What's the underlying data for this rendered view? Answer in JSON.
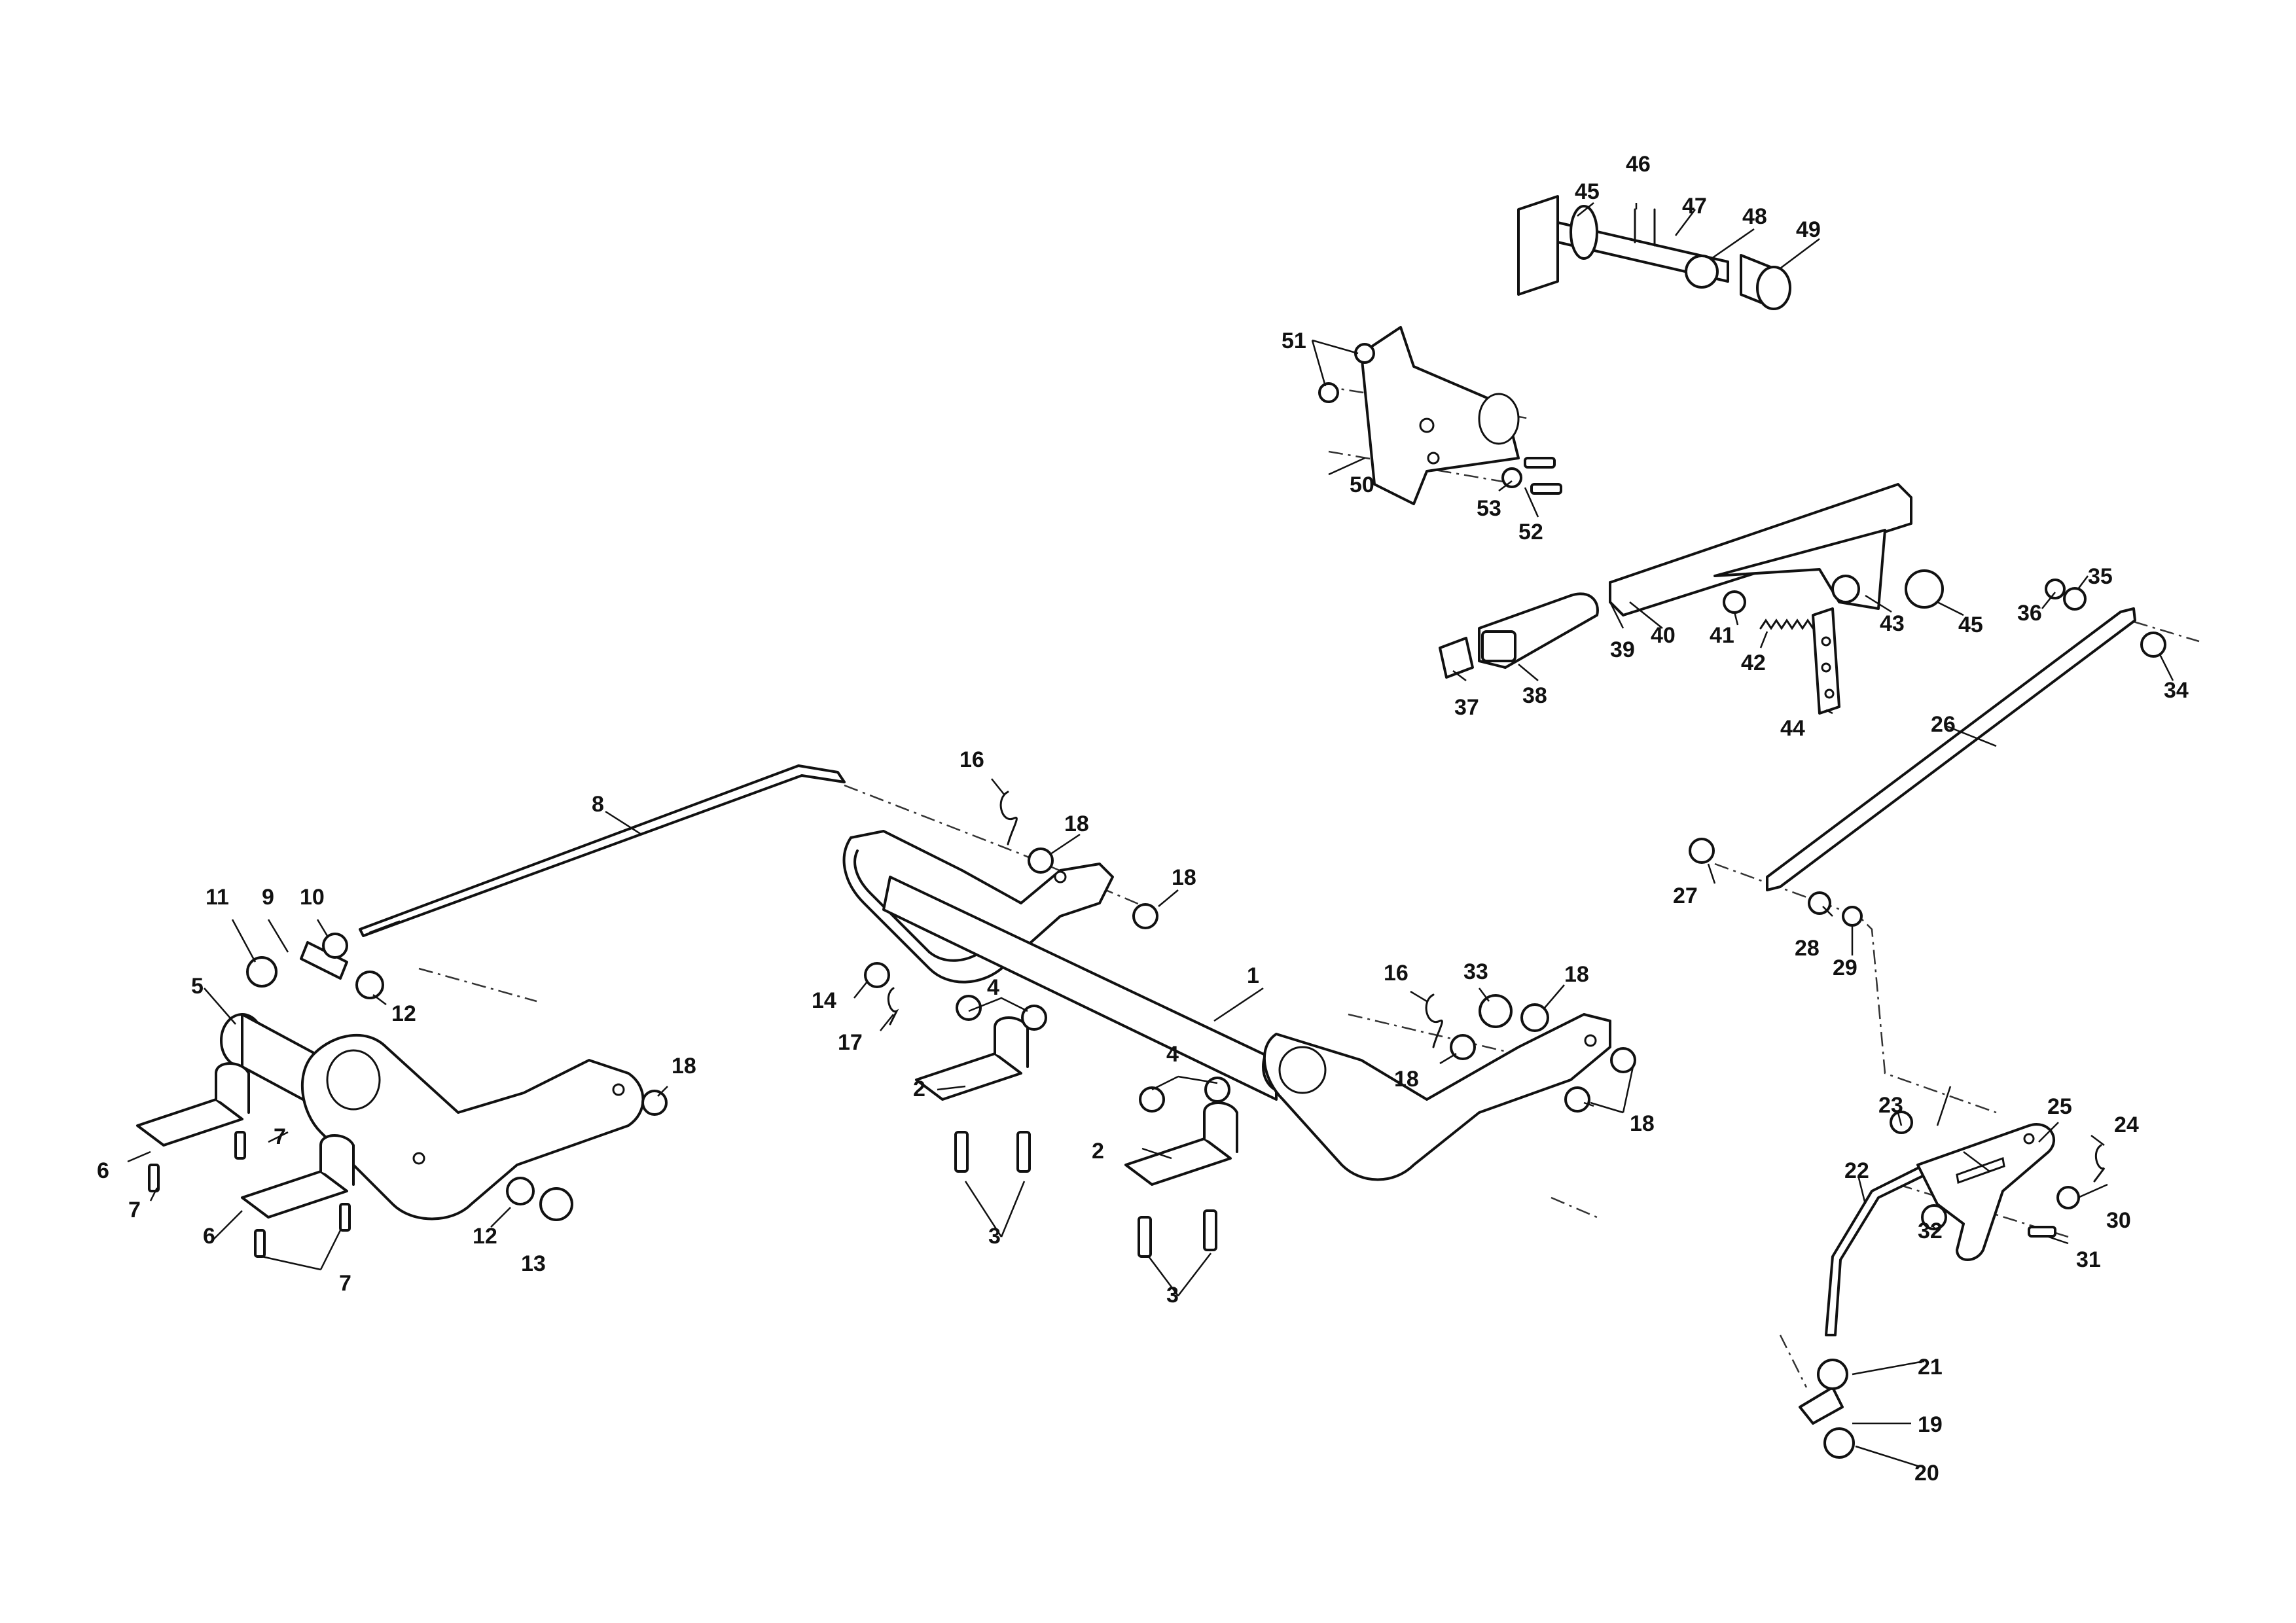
{
  "diagram": {
    "callouts": [
      {
        "id": "c1",
        "label": "1"
      },
      {
        "id": "c2a",
        "label": "2"
      },
      {
        "id": "c2b",
        "label": "2"
      },
      {
        "id": "c3a",
        "label": "3"
      },
      {
        "id": "c3b",
        "label": "3"
      },
      {
        "id": "c4a",
        "label": "4"
      },
      {
        "id": "c4b",
        "label": "4"
      },
      {
        "id": "c5",
        "label": "5"
      },
      {
        "id": "c6a",
        "label": "6"
      },
      {
        "id": "c6b",
        "label": "6"
      },
      {
        "id": "c7a",
        "label": "7"
      },
      {
        "id": "c7b",
        "label": "7"
      },
      {
        "id": "c7c",
        "label": "7"
      },
      {
        "id": "c8",
        "label": "8"
      },
      {
        "id": "c9",
        "label": "9"
      },
      {
        "id": "c10",
        "label": "10"
      },
      {
        "id": "c11",
        "label": "11"
      },
      {
        "id": "c12a",
        "label": "12"
      },
      {
        "id": "c12b",
        "label": "12"
      },
      {
        "id": "c13",
        "label": "13"
      },
      {
        "id": "c14",
        "label": "14"
      },
      {
        "id": "c16a",
        "label": "16"
      },
      {
        "id": "c16b",
        "label": "16"
      },
      {
        "id": "c17",
        "label": "17"
      },
      {
        "id": "c18a",
        "label": "18"
      },
      {
        "id": "c18b",
        "label": "18"
      },
      {
        "id": "c18c",
        "label": "18"
      },
      {
        "id": "c18d",
        "label": "18"
      },
      {
        "id": "c18e",
        "label": "18"
      },
      {
        "id": "c18f",
        "label": "18"
      },
      {
        "id": "c19",
        "label": "19"
      },
      {
        "id": "c20",
        "label": "20"
      },
      {
        "id": "c21",
        "label": "21"
      },
      {
        "id": "c22",
        "label": "22"
      },
      {
        "id": "c23",
        "label": "23"
      },
      {
        "id": "c24",
        "label": "24"
      },
      {
        "id": "c25",
        "label": "25"
      },
      {
        "id": "c26",
        "label": "26"
      },
      {
        "id": "c27",
        "label": "27"
      },
      {
        "id": "c28",
        "label": "28"
      },
      {
        "id": "c29",
        "label": "29"
      },
      {
        "id": "c30",
        "label": "30"
      },
      {
        "id": "c31",
        "label": "31"
      },
      {
        "id": "c32",
        "label": "32"
      },
      {
        "id": "c33",
        "label": "33"
      },
      {
        "id": "c34",
        "label": "34"
      },
      {
        "id": "c35",
        "label": "35"
      },
      {
        "id": "c36",
        "label": "36"
      },
      {
        "id": "c37",
        "label": "37"
      },
      {
        "id": "c38",
        "label": "38"
      },
      {
        "id": "c39",
        "label": "39"
      },
      {
        "id": "c40",
        "label": "40"
      },
      {
        "id": "c41",
        "label": "41"
      },
      {
        "id": "c42",
        "label": "42"
      },
      {
        "id": "c43",
        "label": "43"
      },
      {
        "id": "c44",
        "label": "44"
      },
      {
        "id": "c45a",
        "label": "45"
      },
      {
        "id": "c45b",
        "label": "45"
      },
      {
        "id": "c46",
        "label": "46"
      },
      {
        "id": "c47",
        "label": "47"
      },
      {
        "id": "c48",
        "label": "48"
      },
      {
        "id": "c49",
        "label": "49"
      },
      {
        "id": "c50",
        "label": "50"
      },
      {
        "id": "c51",
        "label": "51"
      },
      {
        "id": "c52",
        "label": "52"
      },
      {
        "id": "c53",
        "label": "53"
      }
    ]
  }
}
